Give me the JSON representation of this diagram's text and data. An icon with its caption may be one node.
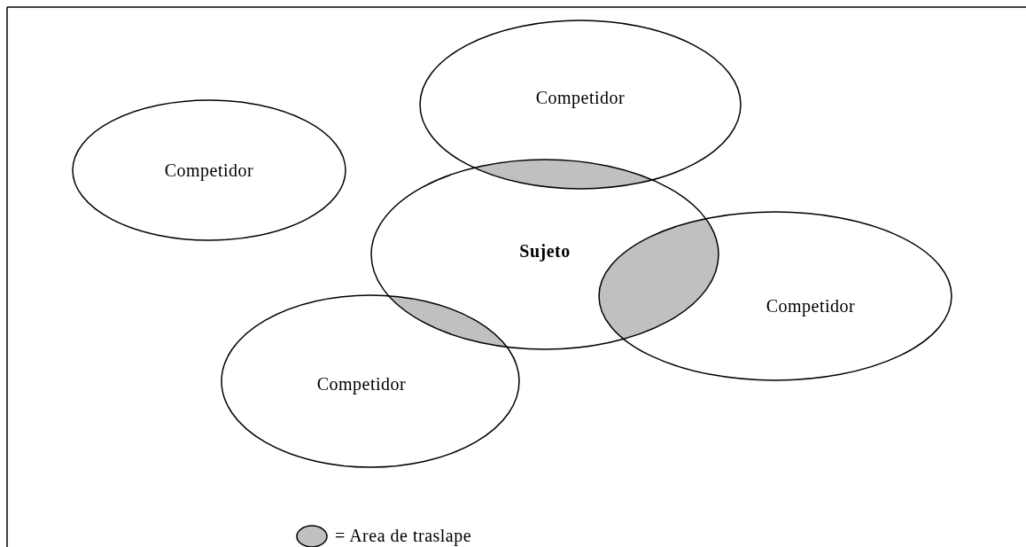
{
  "diagram": {
    "nodes": [
      {
        "text": [
          "Competidor"
        ]
      },
      {
        "text": [
          "Competidor"
        ]
      },
      {
        "text": [
          "Sujeto"
        ]
      },
      {
        "text": [
          "Competidor"
        ]
      },
      {
        "text": [
          "Competidor"
        ]
      }
    ],
    "legend": [
      {
        "text": "= Area de traslape",
        "color": "#c0c0c0"
      }
    ]
  }
}
